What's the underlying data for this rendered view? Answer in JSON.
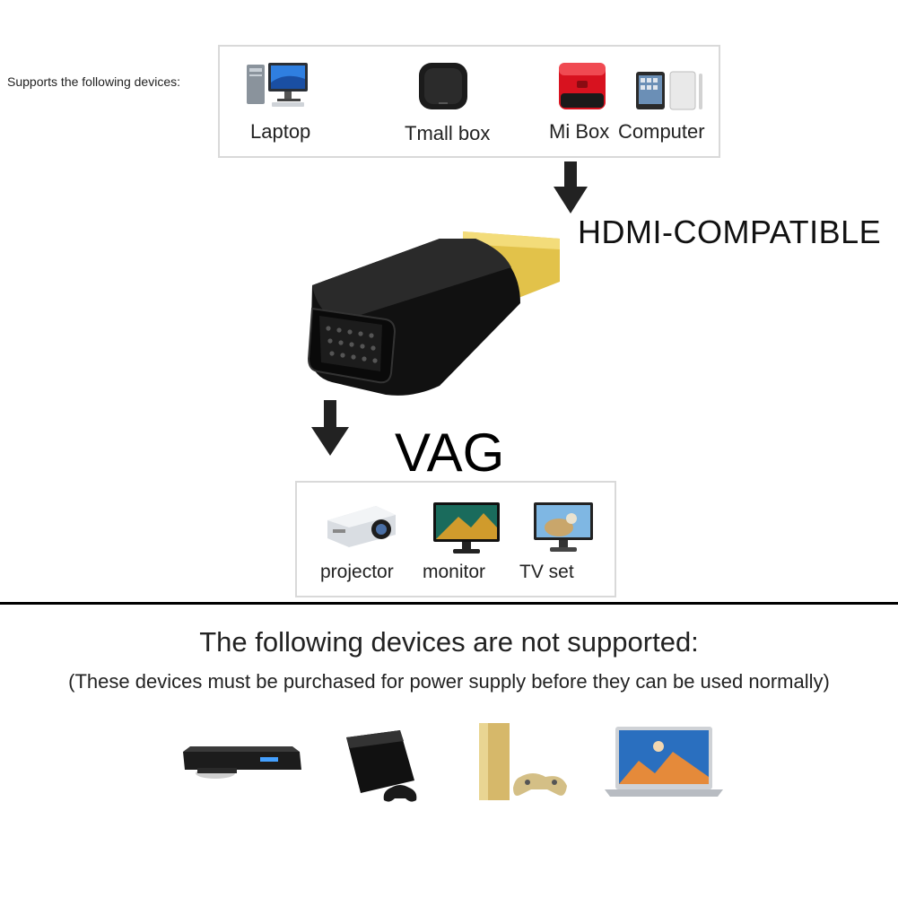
{
  "supports_label": "Supports the following devices:",
  "input_devices": [
    {
      "label": "Laptop",
      "icon": "desktop-computer-icon"
    },
    {
      "label": "Tmall box",
      "icon": "tmall-box-icon"
    },
    {
      "label": "Mi Box",
      "icon": "mi-box-icon"
    },
    {
      "label": "Computer",
      "icon": "tablet-computer-icon"
    }
  ],
  "input_port_label": "HDMI-COMPATIBLE",
  "output_port_label": "VAG",
  "output_devices": [
    {
      "label": "projector",
      "icon": "projector-icon"
    },
    {
      "label": "monitor",
      "icon": "monitor-icon"
    },
    {
      "label": "TV set",
      "icon": "tv-set-icon"
    }
  ],
  "not_supported": {
    "title": "The following devices are not supported:",
    "note": "(These devices must be purchased for power supply before they can be used normally)",
    "devices": [
      {
        "icon": "dvd-player-icon"
      },
      {
        "icon": "ps3-console-icon"
      },
      {
        "icon": "ps4-console-icon"
      },
      {
        "icon": "laptop-icon"
      }
    ]
  },
  "colors": {
    "box_border": "#d9d9d9",
    "arrow": "#222222",
    "adapter_body": "#111111",
    "hdmi_gold": "#e2c24a",
    "mi_box_red": "#d8121f",
    "divider": "#000000"
  }
}
